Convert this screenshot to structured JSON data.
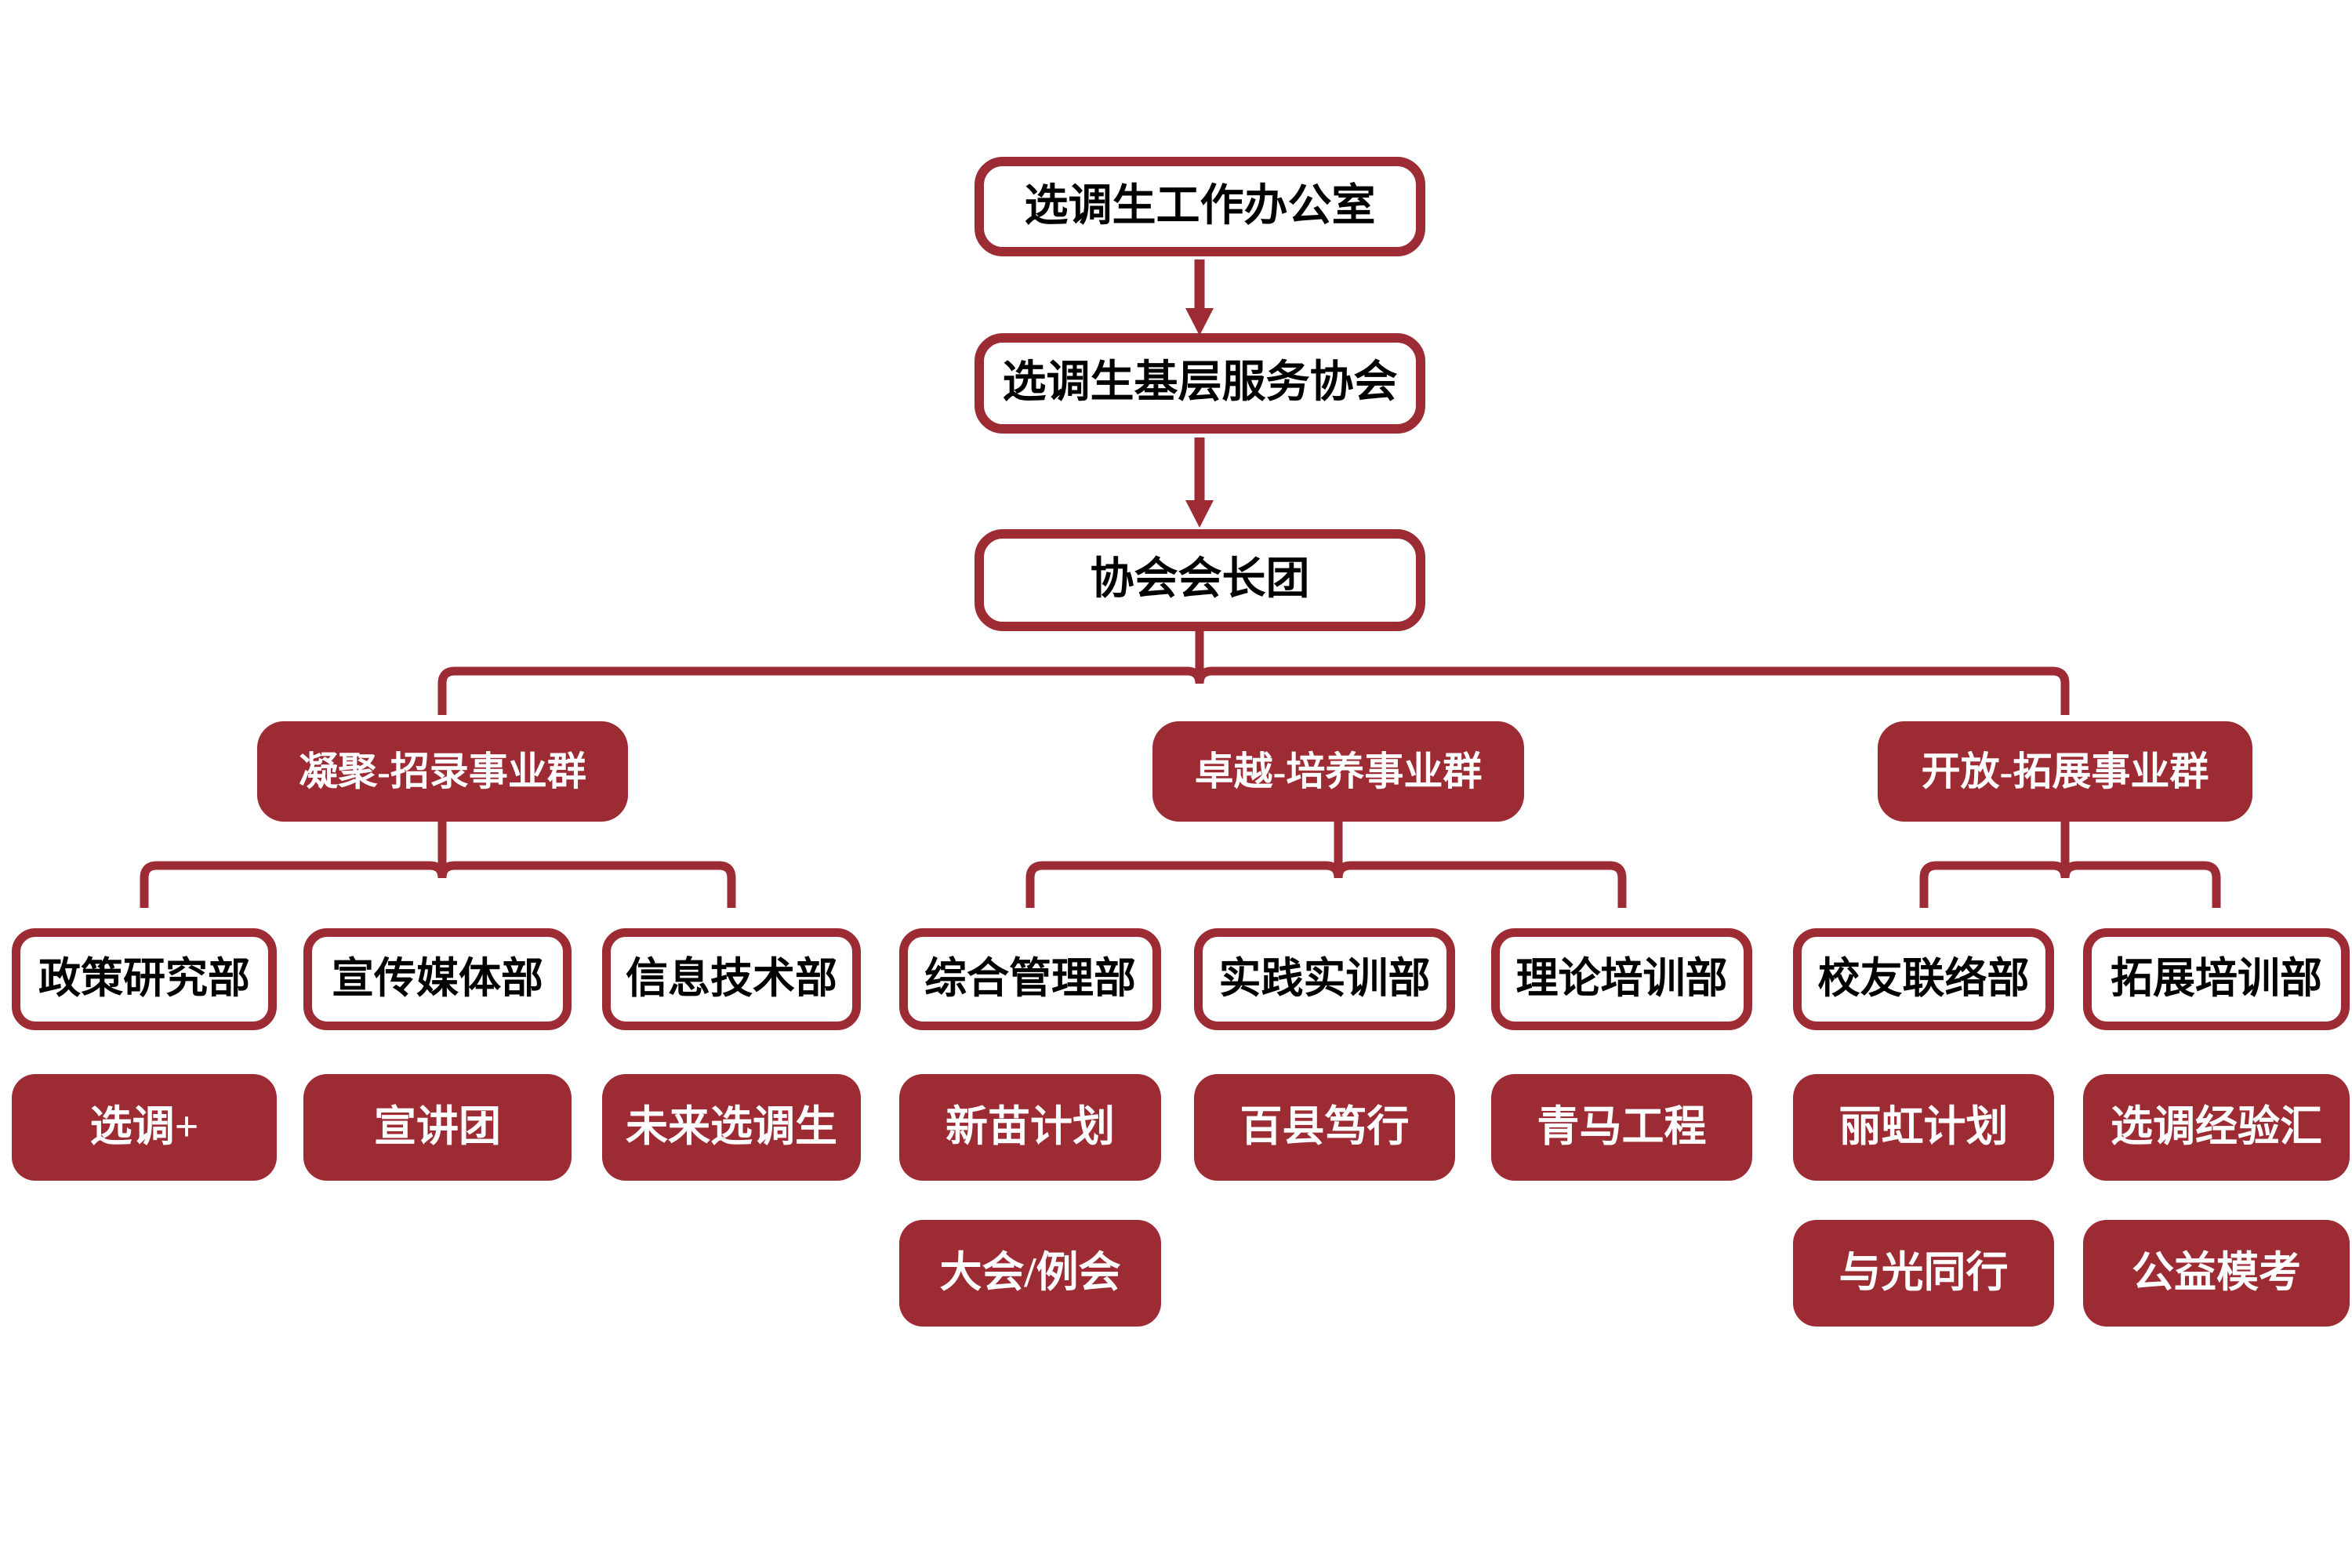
{
  "colors": {
    "accent": "#9C2B34",
    "background": "#FFFFFF",
    "box_fill_light": "#FFFFFF",
    "text_dark": "#000000",
    "text_light": "#FFFFFF"
  },
  "org": {
    "root": {
      "label": "选调生工作办公室"
    },
    "association": {
      "label": "选调生基层服务协会"
    },
    "presidium": {
      "label": "协会会长团"
    },
    "groups": [
      {
        "label": "凝聚-招录事业群",
        "departments": [
          {
            "label": "政策研究部",
            "programs": [
              "选调+"
            ]
          },
          {
            "label": "宣传媒体部",
            "programs": [
              "宣讲团"
            ]
          },
          {
            "label": "信息技术部",
            "programs": [
              "未来选调生"
            ]
          }
        ]
      },
      {
        "label": "卓越-培养事业群",
        "departments": [
          {
            "label": "综合管理部",
            "programs": [
              "新苗计划",
              "大会/例会"
            ]
          },
          {
            "label": "实践实训部",
            "programs": [
              "百县笃行"
            ]
          },
          {
            "label": "理论培训部",
            "programs": [
              "青马工程"
            ]
          }
        ]
      },
      {
        "label": "开放-拓展事业群",
        "departments": [
          {
            "label": "校友联络部",
            "programs": [
              "丽虹计划",
              "与光同行"
            ]
          },
          {
            "label": "拓展培训部",
            "programs": [
              "选调经验汇",
              "公益模考"
            ]
          }
        ]
      }
    ]
  }
}
